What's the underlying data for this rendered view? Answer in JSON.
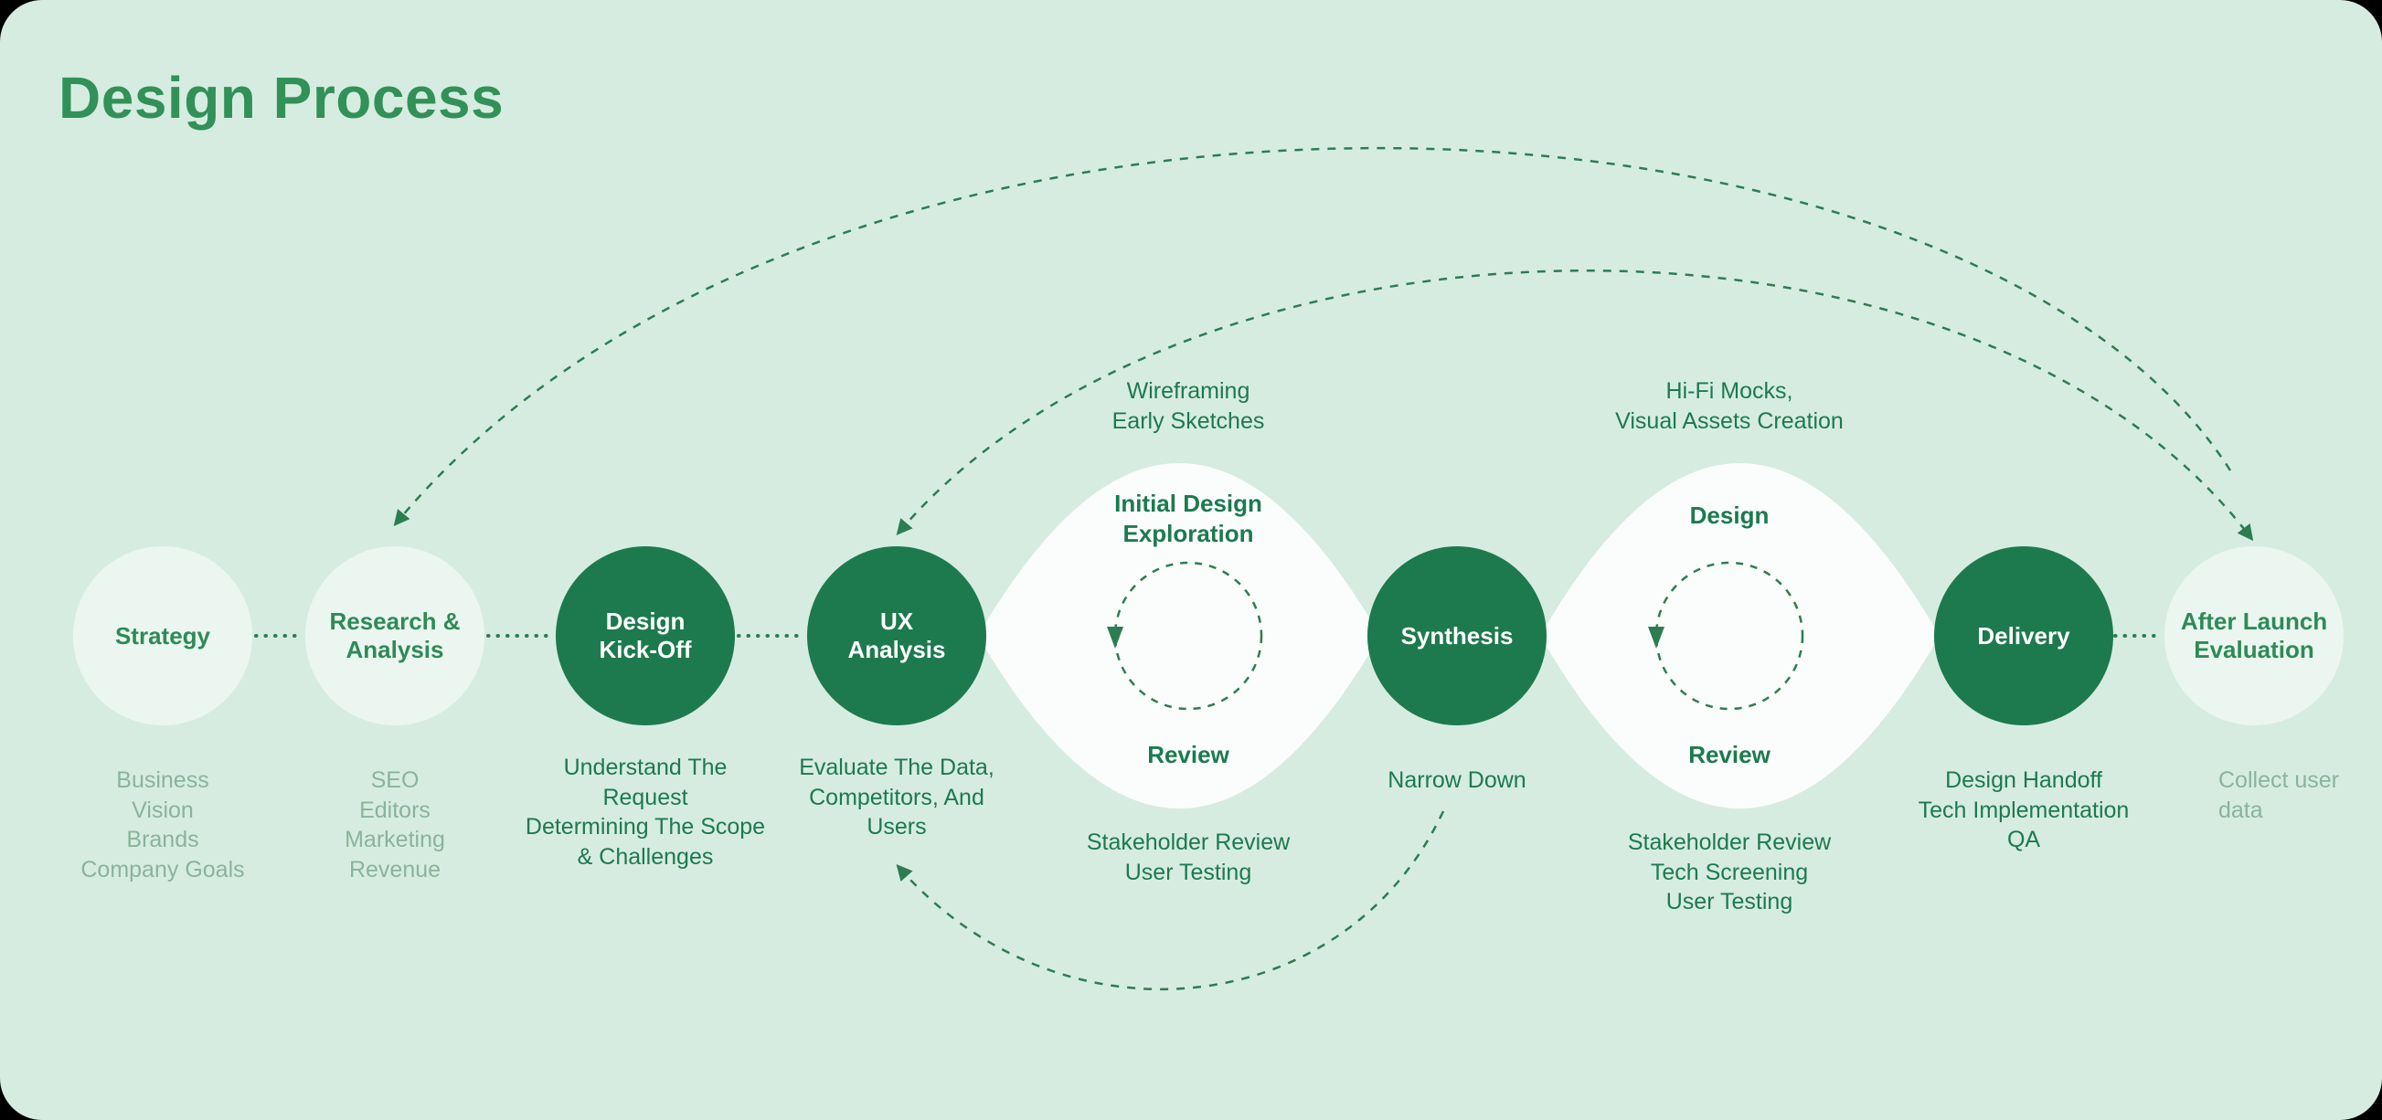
{
  "title": "Design Process",
  "colors": {
    "background": "#d7ece1",
    "dark_circle": "#1d7a4e",
    "light_circle": "#ebf6f0",
    "lens_fill": "#fbfdfc",
    "dark_text": "#1c7a4e",
    "medium_green_text": "#2e8a58",
    "muted_text": "#8ab39c",
    "line": "#2c7d52",
    "title": "#319158"
  },
  "stages": [
    {
      "label": "Strategy",
      "details": "Business\nVision\nBrands\nCompany Goals"
    },
    {
      "label": "Research &\nAnalysis",
      "details": "SEO\nEditors\nMarketing\nRevenue"
    },
    {
      "label": "Design\nKick-Off",
      "details": "Understand The\nRequest\nDetermining The Scope\n& Challenges"
    },
    {
      "label": "UX\nAnalysis",
      "details": "Evaluate The Data,\nCompetitors, And\nUsers"
    },
    {
      "label": "Synthesis",
      "details": "Narrow Down"
    },
    {
      "label": "Delivery",
      "details": "Design Handoff\nTech Implementation\nQA"
    },
    {
      "label": "After Launch\nEvaluation",
      "details": "Collect user\ndata"
    }
  ],
  "loops": [
    {
      "top_caption": "Wireframing\nEarly Sketches",
      "phase_label": "Initial Design\nExploration",
      "review_label": "Review",
      "bottom_caption": "Stakeholder Review\nUser Testing"
    },
    {
      "top_caption": "Hi-Fi Mocks,\nVisual Assets Creation",
      "phase_label": "Design",
      "review_label": "Review",
      "bottom_caption": "Stakeholder Review\nTech Screening\nUser Testing"
    }
  ]
}
